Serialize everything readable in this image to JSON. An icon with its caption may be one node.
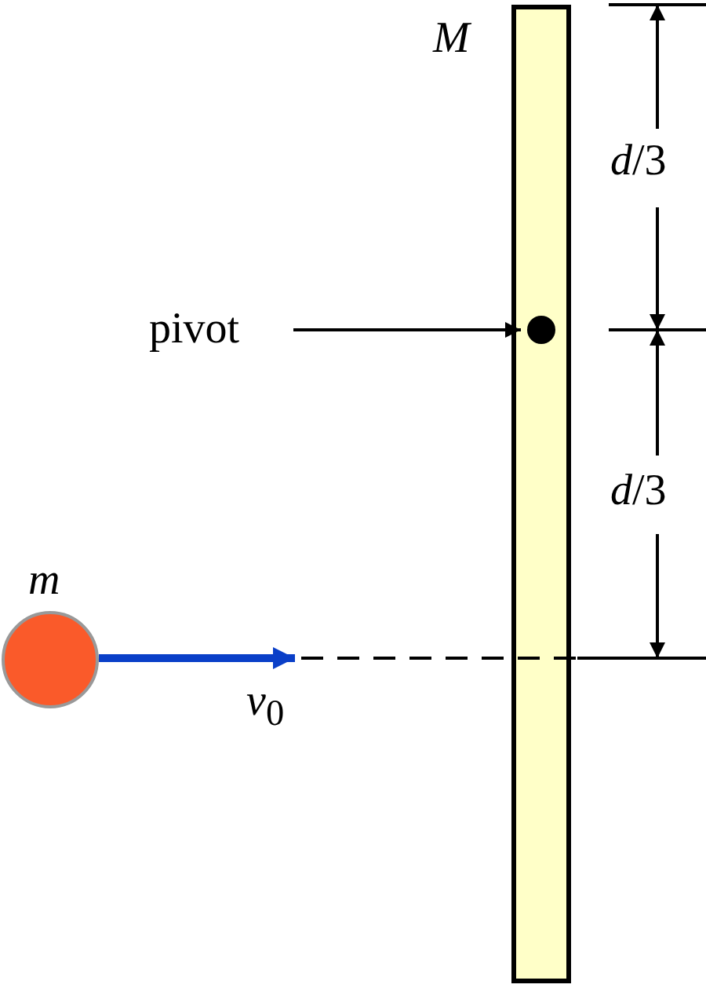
{
  "diagram": {
    "nodes": [
      {
        "text": [
          "M"
        ]
      },
      {
        "text": [],
        "shape": "circle",
        "in": 0
      },
      {
        "text": [
          "pivot"
        ]
      },
      {
        "text": [
          "m"
        ]
      }
    ],
    "edges": [
      {
        "from": 2,
        "to": 1,
        "arrow": "to"
      }
    ],
    "labels": [
      "*d*/3",
      "*d*/3",
      "*v*$_{0}$"
    ]
  }
}
